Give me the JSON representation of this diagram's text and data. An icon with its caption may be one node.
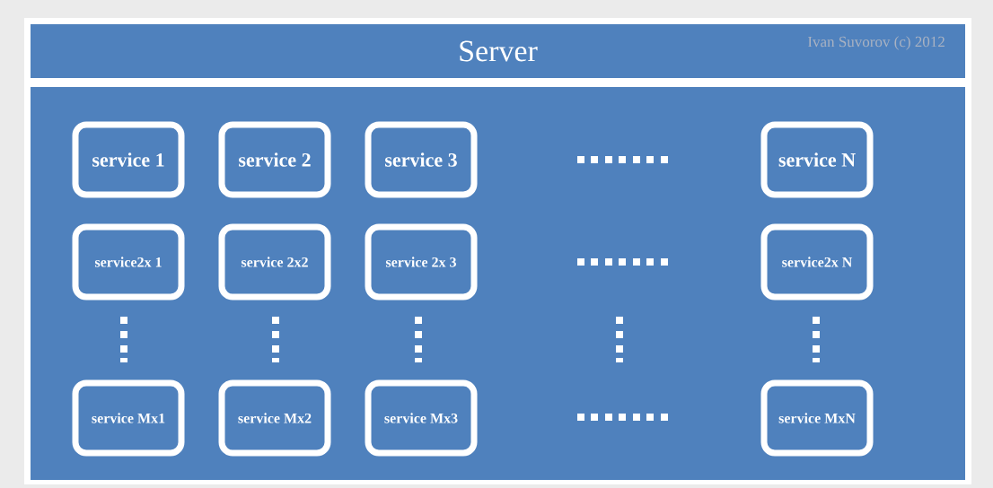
{
  "diagram": {
    "nodes": [
      {
        "text": [
          "Server"
        ]
      },
      {
        "text": [],
        "shape": "box"
      },
      {
        "text": [
          "service 1"
        ],
        "in": 1
      },
      {
        "text": [
          "service 2"
        ],
        "in": 1
      },
      {
        "text": [
          "service 3"
        ],
        "in": 1
      },
      {
        "text": [
          "service N"
        ],
        "in": 1
      },
      {
        "text": [
          "service2x 1"
        ],
        "in": 1
      },
      {
        "text": [
          "service 2x2"
        ],
        "in": 1
      },
      {
        "text": [
          "service 2x 3"
        ],
        "in": 1
      },
      {
        "text": [
          "service2x N"
        ],
        "in": 1
      },
      {
        "text": [
          "service Mx1"
        ],
        "in": 1
      },
      {
        "text": [
          "service Mx2"
        ],
        "in": 1
      },
      {
        "text": [
          "service Mx3"
        ],
        "in": 1
      },
      {
        "text": [
          "service MxN"
        ],
        "in": 1
      }
    ],
    "labels": [
      "Ivan Suvorov (c) 2012"
    ]
  }
}
